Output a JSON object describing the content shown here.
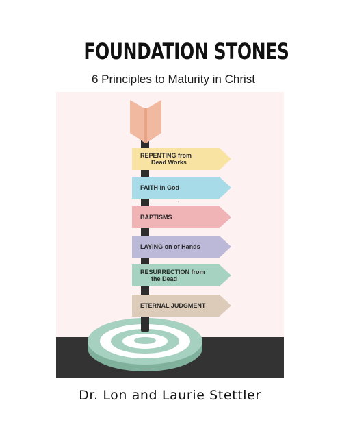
{
  "cover": {
    "title": "FOUNDATION STONES",
    "subtitle": "6 Principles to Maturity in Christ",
    "authors": "Dr. Lon and Laurie Stettler"
  },
  "signs": [
    {
      "line1": "REPENTING from",
      "line2": "Dead Works",
      "color": "#f8e3a3"
    },
    {
      "line1": "FAITH in God",
      "line2": "",
      "color": "#a8dbe8"
    },
    {
      "line1": "BAPTISMS",
      "line2": "",
      "color": "#f0b3b6"
    },
    {
      "line1": "LAYING on of Hands",
      "line2": "",
      "color": "#bcb8d8"
    },
    {
      "line1": "RESURRECTION from",
      "line2": "the Dead",
      "color": "#a6d2c1"
    },
    {
      "line1": "ETERNAL JUDGMENT",
      "line2": "",
      "color": "#dccbb8"
    }
  ],
  "colors": {
    "background_panel": "#fdf1f2",
    "ground": "#333333",
    "pole": "#2d2d2d",
    "fletching": "#f1b9a0",
    "target_ring": "#9fc9b8",
    "target_base": "#7fb19d"
  }
}
